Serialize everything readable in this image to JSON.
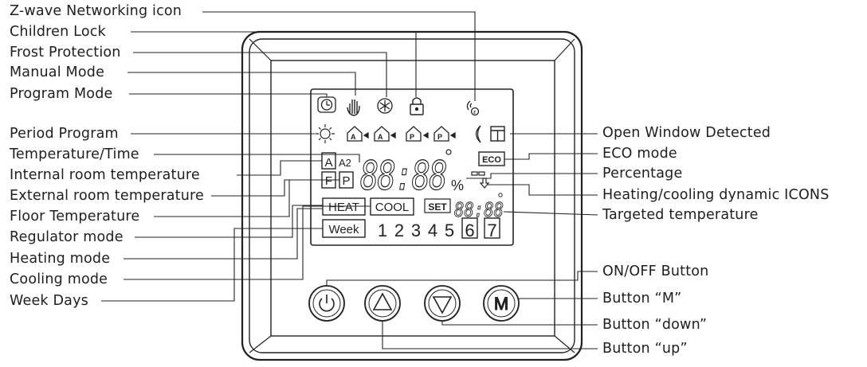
{
  "callouts_left": [
    {
      "id": "zwave",
      "label": "Z-wave Networking icon"
    },
    {
      "id": "children-lock",
      "label": "Children Lock"
    },
    {
      "id": "frost",
      "label": "Frost Protection"
    },
    {
      "id": "manual",
      "label": "Manual Mode"
    },
    {
      "id": "program",
      "label": "Program Mode"
    },
    {
      "id": "period",
      "label": "Period Program"
    },
    {
      "id": "temp-time",
      "label": "Temperature/Time"
    },
    {
      "id": "internal",
      "label": "Internal room temperature"
    },
    {
      "id": "external",
      "label": "External room temperature"
    },
    {
      "id": "floor",
      "label": "Floor Temperature"
    },
    {
      "id": "regulator",
      "label": "Regulator mode"
    },
    {
      "id": "heating",
      "label": "Heating mode"
    },
    {
      "id": "cooling",
      "label": "Cooling mode"
    },
    {
      "id": "weekdays",
      "label": "Week Days"
    }
  ],
  "callouts_right": [
    {
      "id": "open-window",
      "label": "Open Window Detected"
    },
    {
      "id": "eco",
      "label": "ECO mode"
    },
    {
      "id": "percentage",
      "label": "Percentage"
    },
    {
      "id": "dynamic",
      "label": "Heating/cooling dynamic ICONS"
    },
    {
      "id": "targeted",
      "label": "Targeted temperature"
    },
    {
      "id": "onoff",
      "label": "ON/OFF Button"
    },
    {
      "id": "button-m",
      "label": "Button “M”"
    },
    {
      "id": "button-down",
      "label": "Button “down”"
    },
    {
      "id": "button-up",
      "label": "Button “up”"
    }
  ],
  "lcd": {
    "mode_a": "A",
    "mode_a2": "A2",
    "mode_f": "F",
    "mode_p": "P",
    "main_digits": "88:88",
    "percent": "%",
    "eco": "ECO",
    "heat": "HEAT",
    "cool": "COOL",
    "set": "SET",
    "set_digits": "88:88",
    "week": "Week",
    "days": [
      "1",
      "2",
      "3",
      "4",
      "5",
      "6",
      "7"
    ],
    "house_letters": [
      "A",
      "A",
      "P",
      "P"
    ]
  },
  "buttons": [
    {
      "id": "power",
      "icon": "power-icon"
    },
    {
      "id": "up",
      "icon": "triangle-up-icon"
    },
    {
      "id": "down",
      "icon": "triangle-down-icon"
    },
    {
      "id": "m",
      "icon": "letter-m-icon",
      "text": "M"
    }
  ],
  "colors": {
    "ink": "#1e1e1e",
    "background": "#ffffff"
  }
}
